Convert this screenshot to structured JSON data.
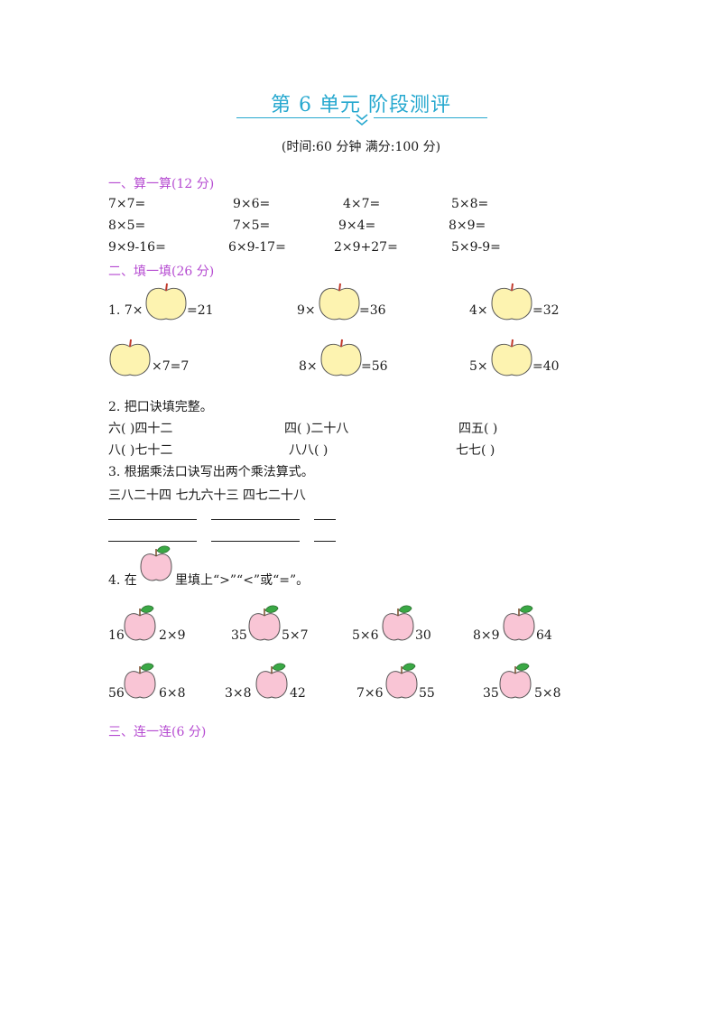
{
  "header": {
    "title": "第 6 单元    阶段测评",
    "subtitle": "(时间:60 分钟      满分:100 分)"
  },
  "colors": {
    "title": "#26a8cf",
    "section": "#b54ad1",
    "apple_yellow": "#fdf3b0",
    "apple_pink": "#f9c5d5",
    "leaf": "#3aa845"
  },
  "section1": {
    "heading": "一、算一算(12 分)",
    "rows": [
      [
        "7×7=",
        "9×6=",
        "4×7=",
        "5×8="
      ],
      [
        "8×5=",
        "7×5=",
        "9×4=",
        "8×9="
      ],
      [
        "9×9-16=",
        "6×9-17=",
        "2×9+27=",
        "5×9-9="
      ]
    ]
  },
  "section2": {
    "heading": "二、填一填(26 分)",
    "q1": {
      "row1": [
        {
          "before": "1. 7×",
          "after": "=21"
        },
        {
          "before": "9×",
          "after": "=36"
        },
        {
          "before": "4×",
          "after": "=32"
        }
      ],
      "row2": [
        {
          "before": "",
          "after": "×7=7"
        },
        {
          "before": "8×",
          "after": "=56"
        },
        {
          "before": "5×",
          "after": "=40"
        }
      ]
    },
    "q2": {
      "label": "2. 把口诀填完整。",
      "row1": [
        "六(          )四十二",
        "四(          )二十八",
        "四五(          )"
      ],
      "row2": [
        "八(          )七十二",
        "八八(          )",
        "七七(          )"
      ]
    },
    "q3": {
      "label": "3. 根据乘法口诀写出两个乘法算式。",
      "phrases": "三八二十四  七九六十三  四七二十八"
    },
    "q4": {
      "label_before": "4. 在",
      "label_after": "里填上“>”“<”或“=”。",
      "row1": [
        {
          "left": "16",
          "right": "2×9"
        },
        {
          "left": "35",
          "right": "5×7"
        },
        {
          "left": "5×6",
          "right": "30"
        },
        {
          "left": "8×9",
          "right": "64"
        }
      ],
      "row2": [
        {
          "left": "56",
          "right": "6×8"
        },
        {
          "left": "3×8",
          "right": "42"
        },
        {
          "left": "7×6",
          "right": "55"
        },
        {
          "left": "35",
          "right": "5×8"
        }
      ]
    }
  },
  "section3": {
    "heading": "三、连一连(6 分)"
  }
}
